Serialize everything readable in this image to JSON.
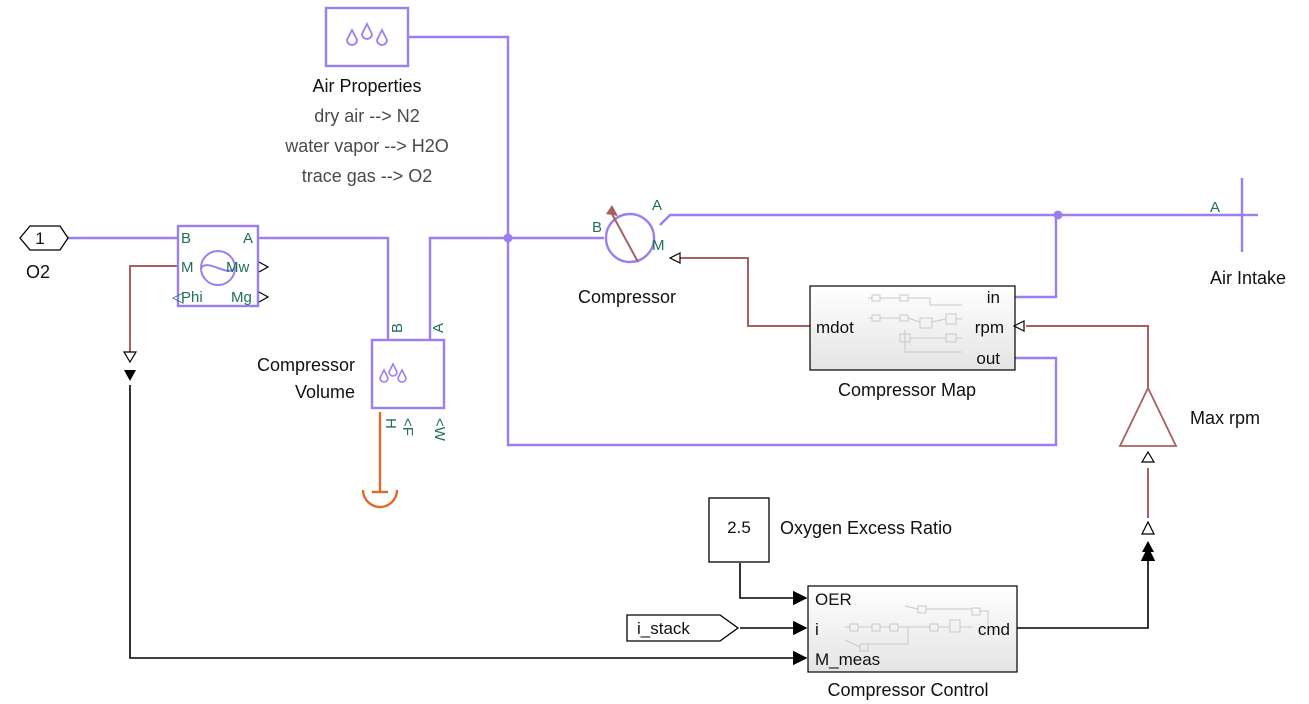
{
  "inport": {
    "number": "1",
    "label": "O2"
  },
  "air_properties": {
    "title": "Air Properties",
    "lines": [
      "dry air --> N2",
      "water vapor --> H2O",
      "trace gas --> O2"
    ]
  },
  "flow_sensor": {
    "ports": {
      "b": "B",
      "a": "A",
      "m": "M",
      "mw": "Mw",
      "phi": "Phi",
      "mg": "Mg"
    }
  },
  "compressor": {
    "label": "Compressor",
    "port_a": "A",
    "port_b": "B",
    "port_m": "M"
  },
  "compressor_volume": {
    "label_line1": "Compressor",
    "label_line2": "Volume",
    "port_b": "B",
    "port_a": "A",
    "port_h": "H",
    "port_f": "<F",
    "port_w": "<W"
  },
  "compressor_map": {
    "label": "Compressor Map",
    "ports": {
      "mdot": "mdot",
      "in": "in",
      "rpm": "rpm",
      "out": "out"
    }
  },
  "air_intake": {
    "label": "Air Intake",
    "port": "A"
  },
  "gain": {
    "label": "Max rpm"
  },
  "constant": {
    "value": "2.5",
    "label": "Oxygen Excess Ratio"
  },
  "goto_tag": {
    "label": "i_stack"
  },
  "compressor_control": {
    "label": "Compressor Control",
    "ports": {
      "oer": "OER",
      "i": "i",
      "m_meas": "M_meas",
      "cmd": "cmd"
    }
  },
  "colors": {
    "physical": "#9b7ef0",
    "signal_ps": "#a86060",
    "thermal": "#e06a2a",
    "signal": "#000000"
  }
}
